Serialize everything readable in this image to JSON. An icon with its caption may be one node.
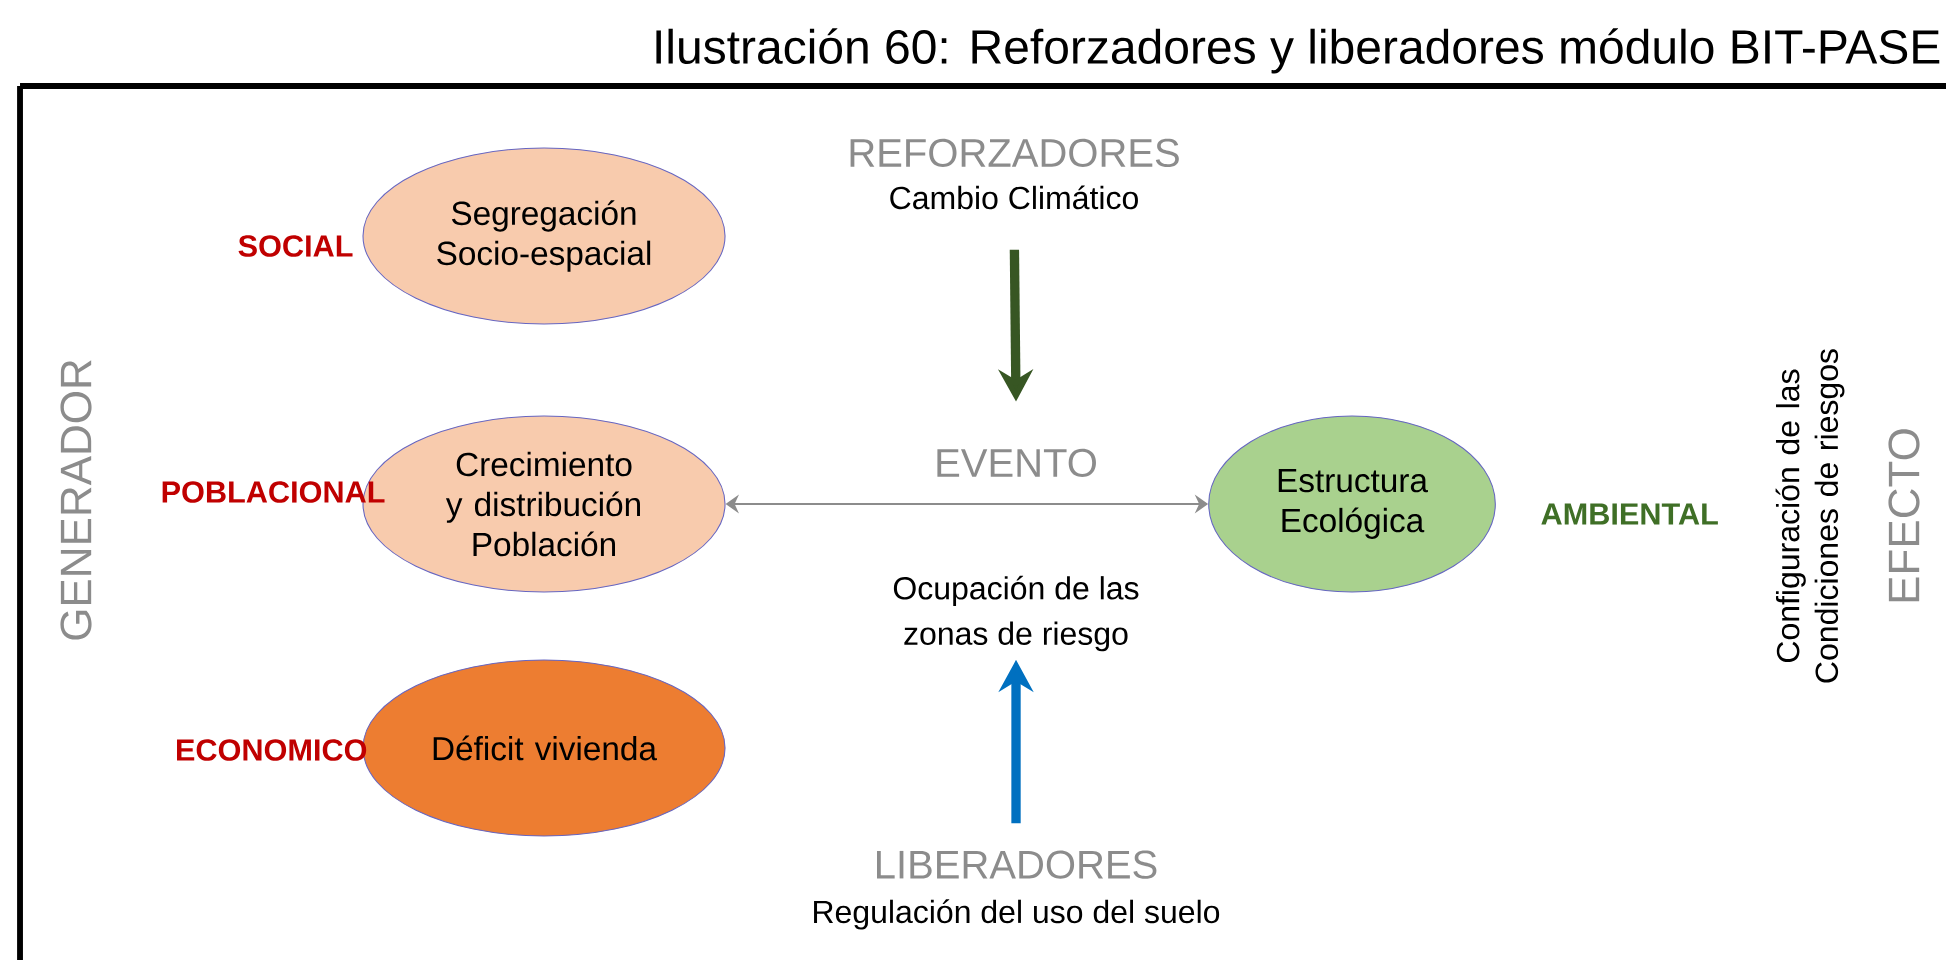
{
  "diagram": {
    "title": "Ilustración 60: Reforzadores y liberadores módulo BIT-PASE",
    "nodes": [
      {
        "text": [
          "Segregación Socio-espacial"
        ],
        "beside": [
          "SOCIAL"
        ]
      },
      {
        "text": [
          "Crecimiento y distribución Población"
        ],
        "beside": [
          "POBLACIONAL"
        ]
      },
      {
        "text": [
          "Déficit vivienda"
        ],
        "beside": [
          "ECONOMICO"
        ]
      },
      {
        "text": [
          "REFORZADORES",
          "Cambio Climático"
        ]
      },
      {
        "text": [
          "EVENTO",
          "Ocupación de las zonas de riesgo"
        ]
      },
      {
        "text": [
          "LIBERADORES",
          "Regulación del uso del suelo"
        ]
      },
      {
        "text": [
          "Estructura Ecológica"
        ],
        "beside": [
          "AMBIENTAL"
        ]
      }
    ],
    "edges": [
      {
        "from": 3,
        "to": 4,
        "arrow": "to",
        "color": "#375623"
      },
      {
        "from": 5,
        "to": 4,
        "arrow": "to",
        "color": "#0070c0"
      },
      {
        "from": 1,
        "to": 6,
        "arrow": "both",
        "color": "#8c8c8c"
      }
    ],
    "labels": [
      "GENERADOR",
      "Configuración de las Condiciones de riesgos",
      "EFECTO"
    ]
  }
}
